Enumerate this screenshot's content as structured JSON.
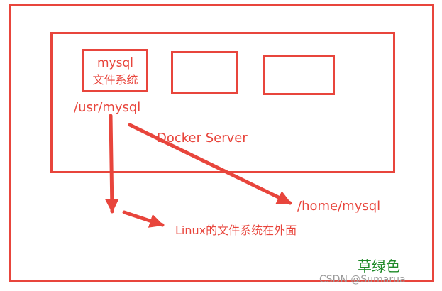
{
  "diagram": {
    "container_label": "Docker Server",
    "mysql_box": {
      "title": "mysql",
      "subtitle": "文件系统"
    },
    "container_path": "/usr/mysql",
    "host_path": "/home/mysql",
    "host_note": "Linux的文件系统在外面",
    "corner_note": "草绿色",
    "watermark": "CSDN @Sumarua"
  },
  "colors": {
    "accent": "#e8453c",
    "corner_note": "#1e8a28",
    "watermark": "#9a9a9a"
  }
}
